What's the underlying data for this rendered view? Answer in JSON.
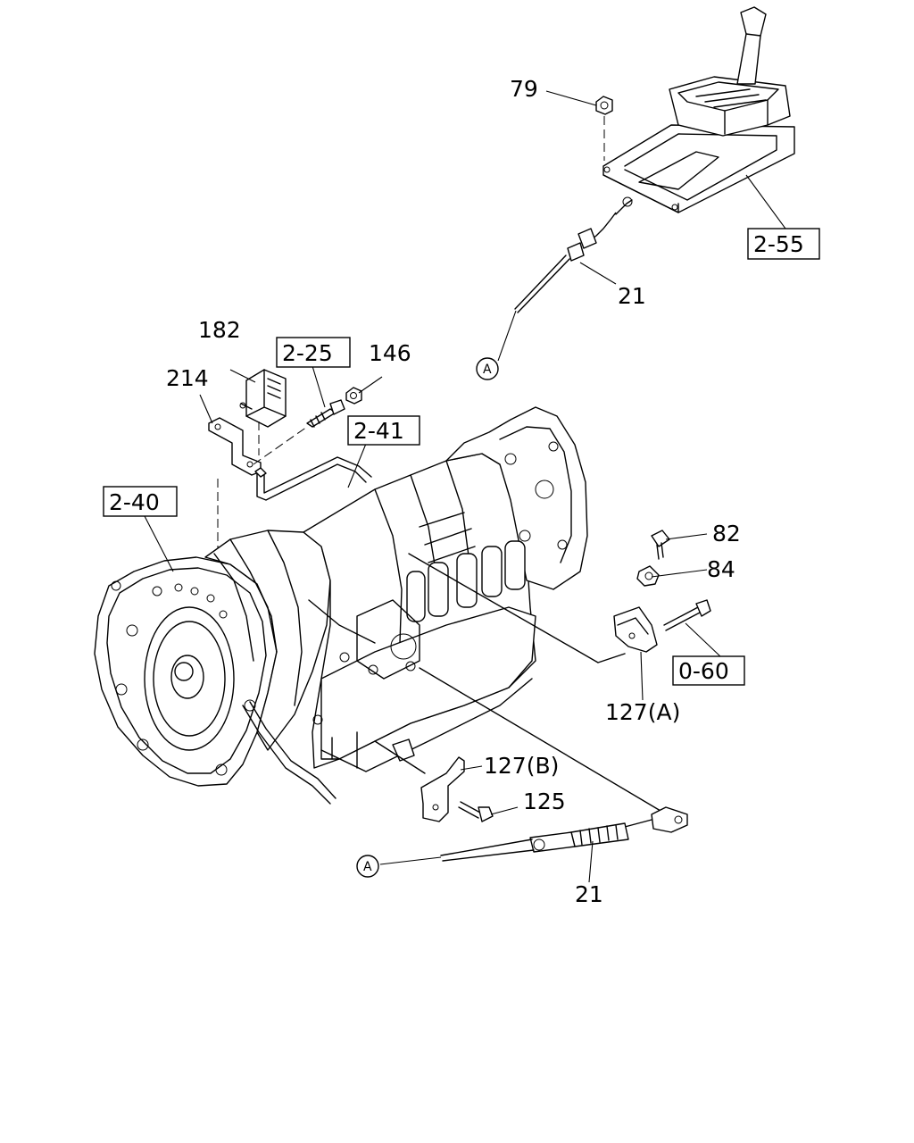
{
  "labels": {
    "p79": "79",
    "p21_top": "21",
    "p182": "182",
    "p214": "214",
    "p146": "146",
    "p82": "82",
    "p84": "84",
    "p127a": "127(A)",
    "p127b": "127(B)",
    "p125": "125",
    "p21_bottom": "21"
  },
  "ref_boxes": {
    "r255": "2-55",
    "r225": "2-25",
    "r241": "2-41",
    "r240": "2-40",
    "r060": "0-60"
  },
  "connectors": {
    "a_top": "A",
    "a_bottom": "A"
  }
}
